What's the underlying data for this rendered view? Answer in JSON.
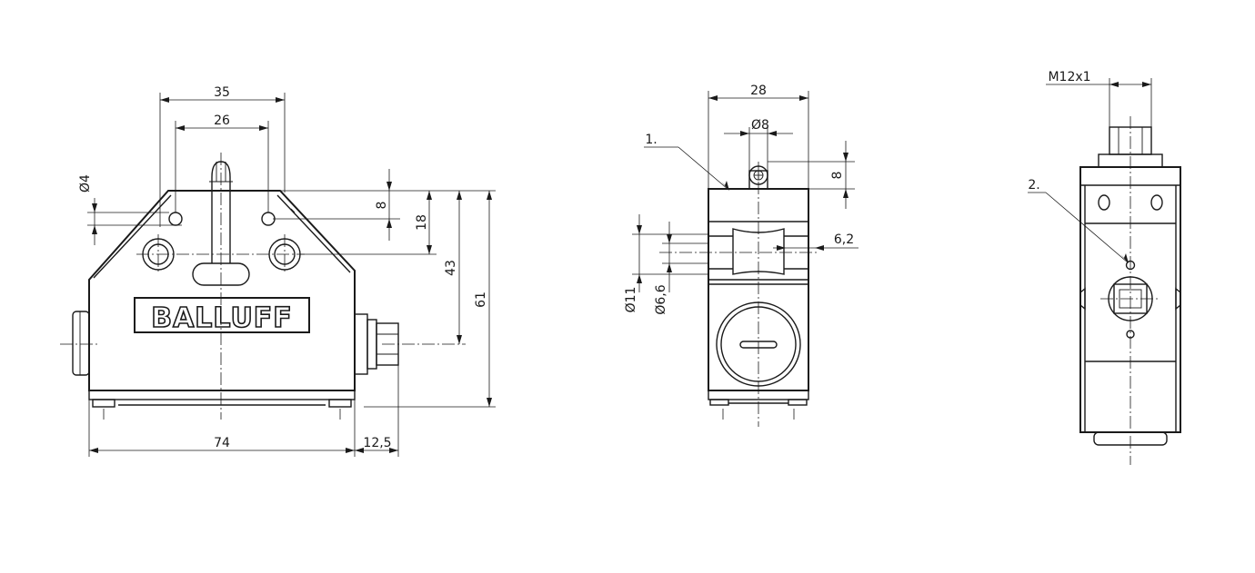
{
  "brand": "BALLUFF",
  "front_view": {
    "dims": {
      "d35": "35",
      "d26": "26",
      "d74": "74",
      "d12_5": "12,5",
      "d8": "8",
      "d18": "18",
      "d43": "43",
      "d61": "61",
      "phi4": "Ø4"
    }
  },
  "side_view": {
    "dims": {
      "d28": "28",
      "phi8": "Ø8",
      "d8": "8",
      "d6_2": "6,2",
      "phi11": "Ø11",
      "phi6_6": "Ø6,6"
    },
    "callout_1": "1."
  },
  "connector_view": {
    "dims": {
      "thread": "M12x1"
    },
    "callout_2": "2."
  }
}
